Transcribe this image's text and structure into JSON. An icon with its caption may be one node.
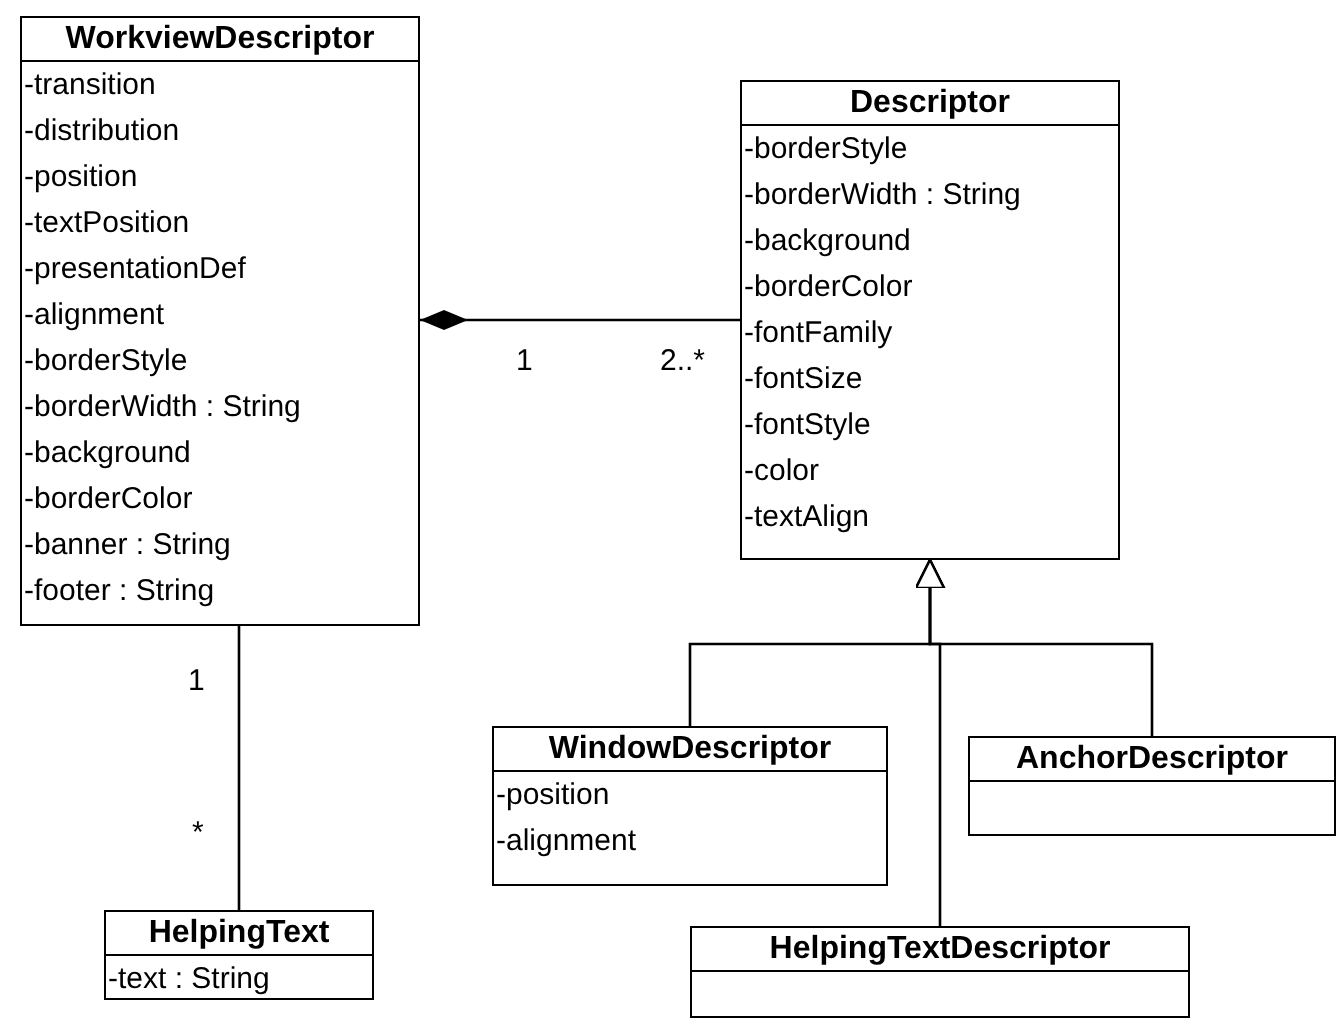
{
  "diagram": {
    "nodes": [
      {
        "text": [
          "WorkviewDescriptor",
          "-transition",
          "-distribution",
          "-position",
          "-textPosition",
          "-presentationDef",
          "-alignment",
          "-borderStyle",
          "-borderWidth : String",
          "-background",
          "-borderColor",
          "-banner : String",
          "-footer : String"
        ]
      },
      {
        "text": [
          "Descriptor",
          "-borderStyle",
          "-borderWidth : String",
          "-background",
          "-borderColor",
          "-fontFamily",
          "-fontSize",
          "-fontStyle",
          "-color",
          "-textAlign"
        ]
      },
      {
        "text": [
          "WindowDescriptor",
          "-position",
          "-alignment"
        ]
      },
      {
        "text": [
          "AnchorDescriptor"
        ]
      },
      {
        "text": [
          "HelpingTextDescriptor"
        ]
      },
      {
        "text": [
          "HelpingText",
          "-text : String"
        ]
      }
    ],
    "edges": [
      {
        "from": 0,
        "to": 1,
        "arrow": "other"
      },
      {
        "from": 2,
        "to": 1,
        "arrow": "to"
      },
      {
        "from": 3,
        "to": 1,
        "arrow": "to"
      },
      {
        "from": 4,
        "to": 1,
        "arrow": "to"
      },
      {
        "from": 0,
        "to": 5,
        "arrow": "none"
      }
    ],
    "labels": [
      "1",
      "2..*",
      "1",
      "*"
    ]
  }
}
